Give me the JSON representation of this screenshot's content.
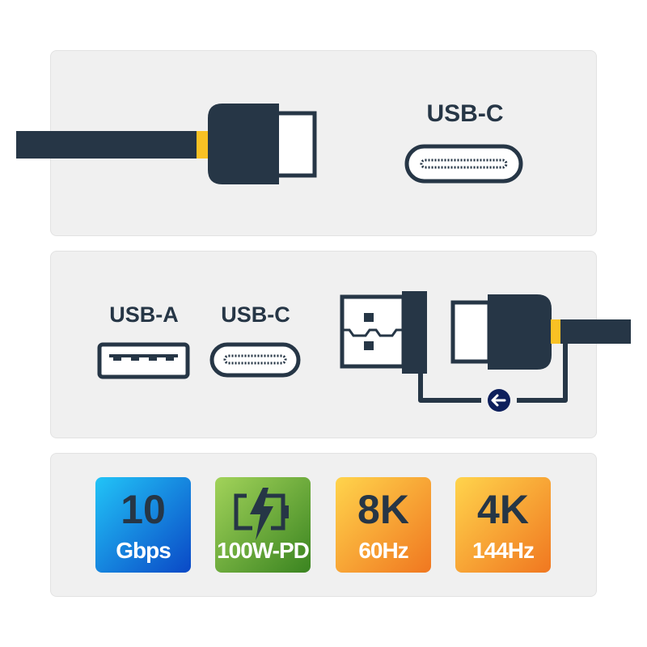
{
  "top_panel": {
    "port_label": "USB-C"
  },
  "middle_panel": {
    "port_a_label": "USB-A",
    "port_c_label": "USB-C"
  },
  "badges": [
    {
      "big": "10",
      "small": "Gbps",
      "gradient": [
        "#22c4f7",
        "#0a48c6"
      ]
    },
    {
      "icon": "battery-charging-icon",
      "small": "100W-PD",
      "gradient": [
        "#a2d35a",
        "#3a8420"
      ]
    },
    {
      "big": "8K",
      "small": "60Hz",
      "gradient": [
        "#ffd44c",
        "#f07720"
      ]
    },
    {
      "big": "4K",
      "small": "144Hz",
      "gradient": [
        "#ffd44c",
        "#f07720"
      ]
    }
  ],
  "colors": {
    "dark": "#263646",
    "accent": "#f9c124",
    "arrow_circle": "#0d1f5c"
  }
}
